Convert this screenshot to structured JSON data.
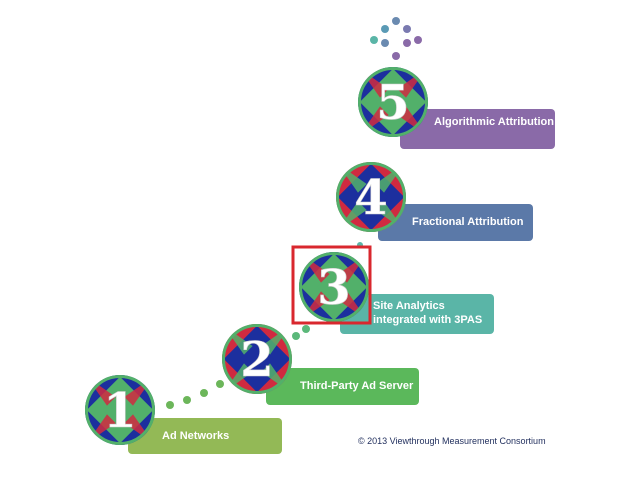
{
  "steps": [
    {
      "number": "1",
      "label": "Ad Networks",
      "color": "#93b956"
    },
    {
      "number": "2",
      "label": "Third-Party Ad Server",
      "color": "#5bb85b"
    },
    {
      "number": "3",
      "label": "Site Analytics integrated with 3PAS",
      "color": "#5ab5a7"
    },
    {
      "number": "4",
      "label": "Fractional Attribution",
      "color": "#5b79a8"
    },
    {
      "number": "5",
      "label": "Algorithmic Attribution",
      "color": "#8a6aa8"
    }
  ],
  "highlighted_step": "3",
  "highlight_color": "#d9272e",
  "copyright": "© 2013 Viewthrough Measurement Consortium",
  "colors": {
    "quilt_blue": "#1c2f9e",
    "quilt_red": "#d02a40",
    "quilt_green": "#52b06a",
    "dot_green": "#5bb85b",
    "dot_teal": "#5ab5a7",
    "dot_purple": "#8a6aa8"
  }
}
